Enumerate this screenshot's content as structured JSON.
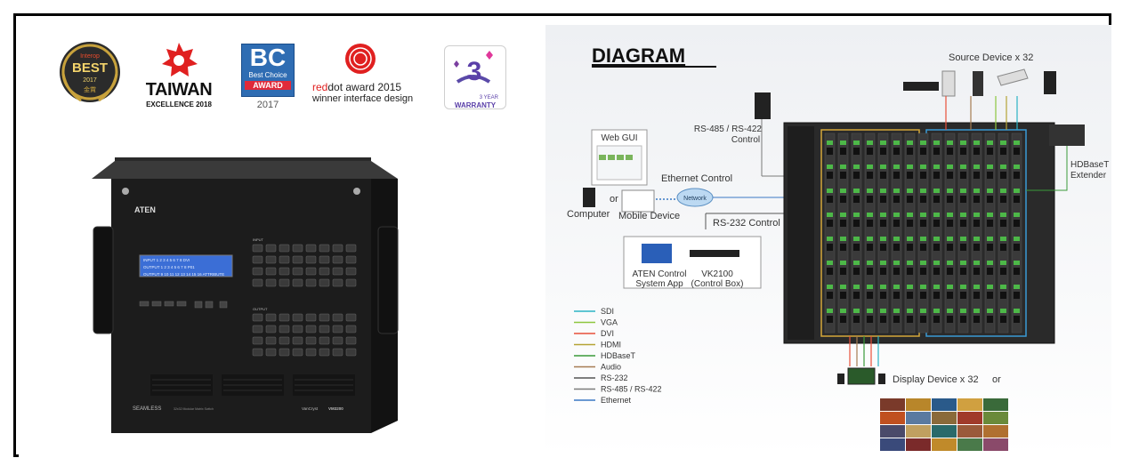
{
  "awards": {
    "best": {
      "line1": "Interop",
      "line2": "BEST",
      "line3": "2017",
      "line4": "金賞"
    },
    "taiwan": {
      "name": "TAIWAN",
      "sub": "EXCELLENCE 2018"
    },
    "bc": {
      "big": "BC",
      "mid": "Best Choice",
      "award": "AWARD",
      "year": "2017"
    },
    "reddot": {
      "line1a": "red",
      "line1b": "dot award 2015",
      "line2": "winner interface design"
    },
    "warranty": {
      "num": "3",
      "label1": "3 YEAR",
      "label2": "WARRANTY"
    }
  },
  "device": {
    "brand": "ATEN",
    "model": "VM3200",
    "series": "SEAMLESS",
    "desc": "32x32 Modular Matrix Switch",
    "vancryst": "VanCryst",
    "input_label": "INPUT",
    "output_label": "OUTPUT",
    "lcd_lines": [
      "INPUT  1 2 3 4 5 6 7 8  DVI",
      "OUTPUT 1 2 3 4 5 6 7 8  P01",
      "OUTPUT 9 10 11 12 13 14 15 16  ATTRIBUTE"
    ]
  },
  "diagram": {
    "title": "DIAGRAM",
    "source": "Source Device x 32",
    "rs485": "RS-485 / RS-422\nControl",
    "webgui": "Web GUI",
    "ethernet": "Ethernet Control",
    "network": "Network",
    "or1": "or",
    "computer": "Computer",
    "mobile": "Mobile Device",
    "rs232": "RS-232 Control",
    "app1": "ATEN Control",
    "app2": "System App",
    "vk1": "VK2100",
    "vk2": "(Control Box)",
    "hdbaset1": "HDBaseT",
    "hdbaset2": "Extender",
    "display": "Display Device x 32",
    "or2": "or"
  },
  "legend": [
    {
      "label": "SDI",
      "color": "#2bb3c4"
    },
    {
      "label": "VGA",
      "color": "#8dc63f"
    },
    {
      "label": "DVI",
      "color": "#e8503a"
    },
    {
      "label": "HDMI",
      "color": "#b5a334"
    },
    {
      "label": "HDBaseT",
      "color": "#3a9a3a"
    },
    {
      "label": "Audio",
      "color": "#a67c52"
    },
    {
      "label": "RS-232",
      "color": "#555555"
    },
    {
      "label": "RS-485 / RS-422",
      "color": "#7a7a7a"
    },
    {
      "label": "Ethernet",
      "color": "#3a78c4"
    }
  ]
}
